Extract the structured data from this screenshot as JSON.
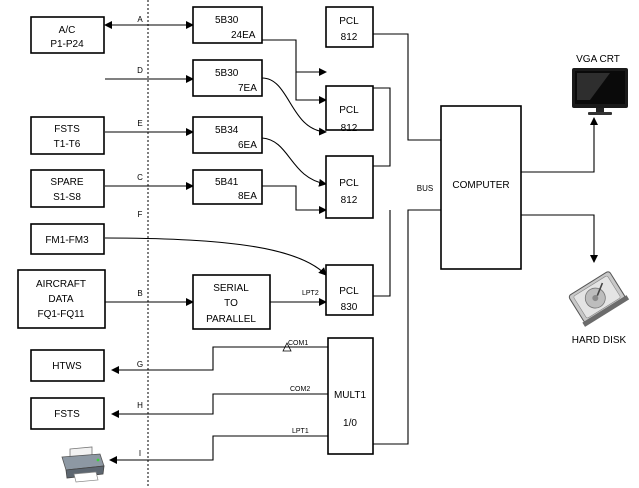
{
  "sources": {
    "ac": [
      "A/C",
      "P1-P24"
    ],
    "fsts_in": [
      "FSTS",
      "T1-T6"
    ],
    "spare": [
      "SPARE",
      "S1-S8"
    ],
    "fm": "FM1-FM3",
    "aircraft": [
      "AIRCRAFT",
      "DATA",
      "FQ1-FQ11"
    ]
  },
  "outputs": {
    "htws": "HTWS",
    "fsts_out": "FSTS"
  },
  "conditioners": {
    "c1": [
      "5B30",
      "24EA"
    ],
    "c2": [
      "5B30",
      "7EA"
    ],
    "c3": [
      "5B34",
      "6EA"
    ],
    "c4": [
      "5B41",
      "8EA"
    ],
    "serial": [
      "SERIAL",
      "TO",
      "PARALLEL"
    ]
  },
  "pcl": {
    "p1": [
      "PCL",
      "812"
    ],
    "p2": [
      "PCL",
      "812"
    ],
    "p3": [
      "PCL",
      "812"
    ],
    "p4": [
      "PCL",
      "830"
    ]
  },
  "mult": [
    "MULT1",
    "1/0"
  ],
  "computer": "COMPUTER",
  "bus_label": "BUS",
  "line_letters": {
    "a": "A",
    "d": "D",
    "e": "E",
    "c": "C",
    "f": "F",
    "b": "B",
    "g": "G",
    "h": "H",
    "i": "I"
  },
  "port_labels": {
    "lpt2": "LPT2",
    "com1": "COM1",
    "com2": "COM2",
    "lpt1": "LPT1"
  },
  "devices": {
    "vga": "VGA CRT",
    "hdd": "HARD DISK"
  },
  "icons": [
    "monitor-icon",
    "hard-disk-icon",
    "printer-icon",
    "warning-triangle-icon"
  ]
}
